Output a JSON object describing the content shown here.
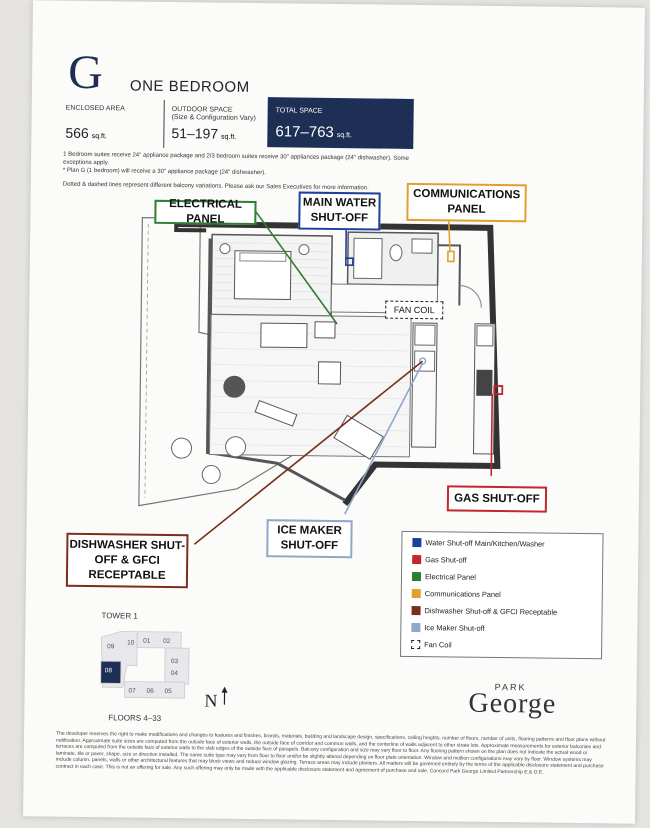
{
  "header": {
    "plan_letter": "G",
    "suite_type": "ONE BEDROOM"
  },
  "stats": {
    "enclosed": {
      "label": "ENCLOSED AREA",
      "value": "566",
      "unit": "sq.ft."
    },
    "outdoor": {
      "label": "OUTDOOR SPACE",
      "sublabel": "(Size & Configuration Vary)",
      "value": "51–197",
      "unit": "sq.ft."
    },
    "total": {
      "label": "TOTAL SPACE",
      "value": "617–763",
      "unit": "sq.ft."
    }
  },
  "notes": [
    "1 Bedroom suites receive 24\" appliance package and 2/3 bedroom suites receive 30\" appliances package (24\" dishwasher). Some exceptions apply.",
    "* Plan G (1 bedroom) will receive a 30\" appliance package (24\" dishwasher).",
    "Dotted & dashed lines represent different balcony variations. Please ask our Sales Executives for more information."
  ],
  "callouts": {
    "electrical": "ELECTRICAL PANEL",
    "main_water": "MAIN WATER SHUT-OFF",
    "communications": "COMMUNICATIONS PANEL",
    "fan_coil": "FAN COIL",
    "gas": "GAS SHUT-OFF",
    "ice_maker": "ICE MAKER SHUT-OFF",
    "dishwasher": "DISHWASHER SHUT-OFF & GFCI RECEPTABLE"
  },
  "legend": [
    {
      "label": "Water Shut-off Main/Kitchen/Washer",
      "color": "#1f3f9a"
    },
    {
      "label": "Gas Shut-off",
      "color": "#c1272d"
    },
    {
      "label": "Electrical Panel",
      "color": "#2e7d32"
    },
    {
      "label": "Communications Panel",
      "color": "#e0a030"
    },
    {
      "label": "Dishwasher Shut-off & GFCI Receptable",
      "color": "#7a2e1e"
    },
    {
      "label": "Ice Maker Shut-off",
      "color": "#8fa7c8"
    },
    {
      "label": "Fan Coil",
      "color": "dashed"
    }
  ],
  "keyplan": {
    "tower": "TOWER 1",
    "units": [
      "09",
      "10",
      "01",
      "02",
      "03",
      "04",
      "08",
      "07",
      "06",
      "05"
    ],
    "highlighted": "08",
    "floors": "FLOORS 4–33"
  },
  "north": "N",
  "brand": {
    "park": "PARK",
    "george": "George"
  },
  "disclaimer": "The developer reserves the right to make modifications and changes to features and finishes, brands, materials, building and landscape design, specifications, ceiling heights, number of floors, number of units, flooring patterns and floor plans without notification. Approximate suite sizes are computed from the outside face of exterior walls, the outside face of corridor and common walls, and the centerline of walls adjacent to other strata lots. Approximate measurements for exterior balconies and terraces are computed from the outside face of exterior walls to the slab edges of the outside face of parapets. Balcony configuration and size may vary floor to floor. Any flooring pattern shown on the plan does not indicate the actual wood or laminate, tile or paver, shape, size or direction installed. The same suite type may vary from floor to floor and/or be slightly altered depending on floor plate orientation. Window and mullion configurations may vary by floor. Window systems may include column, panels, walls or other architectural features that may block views and reduce window glazing. Terrace areas may include planters. All matters will be governed entirely by the terms of the applicable disclosure statement and purchase contract in each case. This is not an offering for sale. Any such offering may only be made with the applicable disclosure statement and agreement of purchase and sale. Concord Park George Limited Partnership E.& O.E."
}
